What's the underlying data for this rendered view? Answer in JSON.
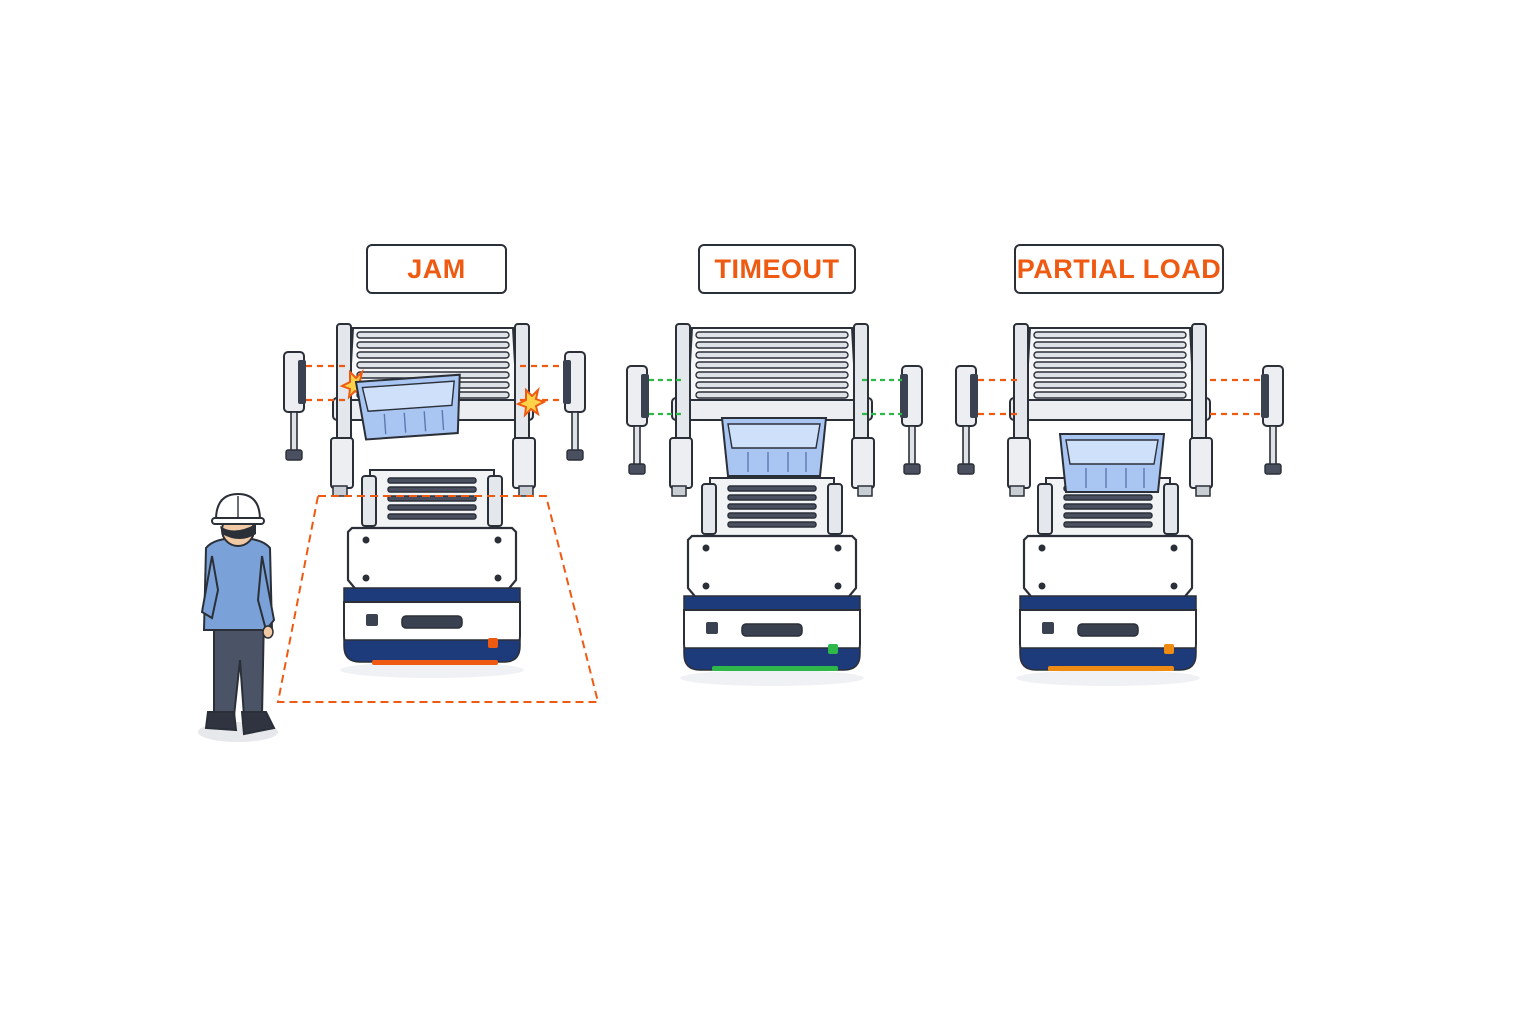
{
  "panels": [
    {
      "id": "jam",
      "label": "JAM",
      "beam_state": "blocked",
      "status_light": "orange"
    },
    {
      "id": "timeout",
      "label": "TIMEOUT",
      "beam_state": "clear",
      "status_light": "green"
    },
    {
      "id": "partial-load",
      "label": "PARTIAL LOAD",
      "beam_state": "interrupted",
      "status_light": "orange"
    }
  ],
  "colors": {
    "alert": "#ef5a13",
    "ok": "#2fb84a",
    "outline": "#2b2f38",
    "navy": "#1d3a7a",
    "tote": "#a9c6f2",
    "worker_shirt": "#7aa2d8",
    "worker_pants": "#4b5466"
  },
  "icons": [
    "worker-figure",
    "safety-zone",
    "photo-eye-sensor",
    "spark-icon",
    "agv-robot",
    "roller-conveyor",
    "tote-bin"
  ]
}
